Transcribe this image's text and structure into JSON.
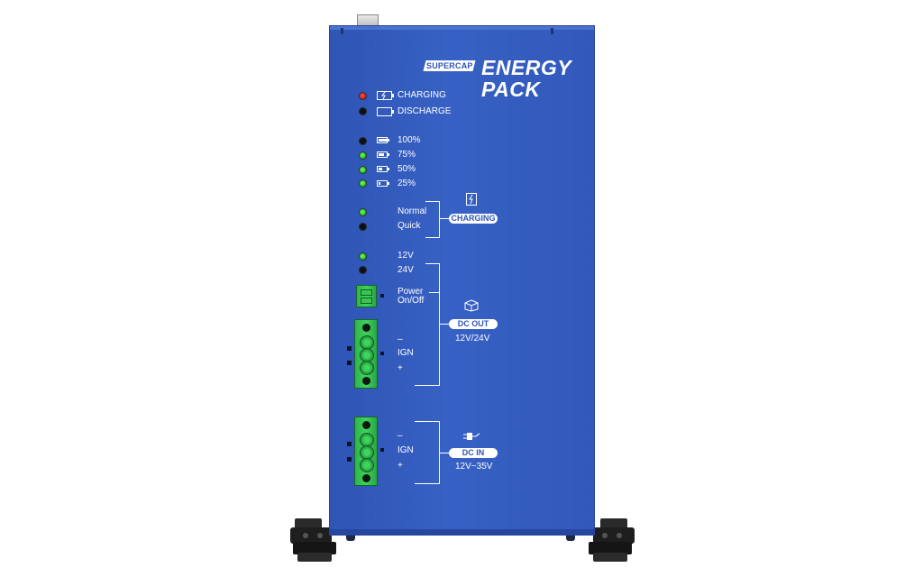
{
  "device": {
    "brand_badge": "SUPERCAP",
    "title_line1": "ENERGY",
    "title_line2": "PACK"
  },
  "status_leds": [
    {
      "label": "CHARGING",
      "led": "red",
      "icon": "battery-charging-icon"
    },
    {
      "label": "DISCHARGE",
      "led": "off",
      "icon": "battery-discharge-icon"
    }
  ],
  "level_leds": [
    {
      "label": "100%",
      "led": "off",
      "fill": 1.0
    },
    {
      "label": "75%",
      "led": "green",
      "fill": 0.75
    },
    {
      "label": "50%",
      "led": "green",
      "fill": 0.5
    },
    {
      "label": "25%",
      "led": "green",
      "fill": 0.25
    }
  ],
  "charging_mode": {
    "options": [
      {
        "label": "Normal",
        "led": "green"
      },
      {
        "label": "Quick",
        "led": "off"
      }
    ],
    "pill": "CHARGING",
    "icon": "charging-bolt-icon"
  },
  "dc_out": {
    "voltage_options": [
      {
        "label": "12V",
        "led": "green"
      },
      {
        "label": "24V",
        "led": "off"
      }
    ],
    "power_label_line1": "Power",
    "power_label_line2": "On/Off",
    "terminal_minus": "–",
    "terminal_ign": "IGN",
    "terminal_plus": "+",
    "pill": "DC OUT",
    "range": "12V/24V",
    "icon": "box-icon"
  },
  "dc_in": {
    "terminal_minus": "–",
    "terminal_ign": "IGN",
    "terminal_plus": "+",
    "pill": "DC IN",
    "range": "12V~35V",
    "icon": "plug-icon"
  },
  "colors": {
    "panel": "#3761c4",
    "terminal": "#3ed35d",
    "led_red": "#c81818",
    "led_green": "#1fb81a"
  }
}
